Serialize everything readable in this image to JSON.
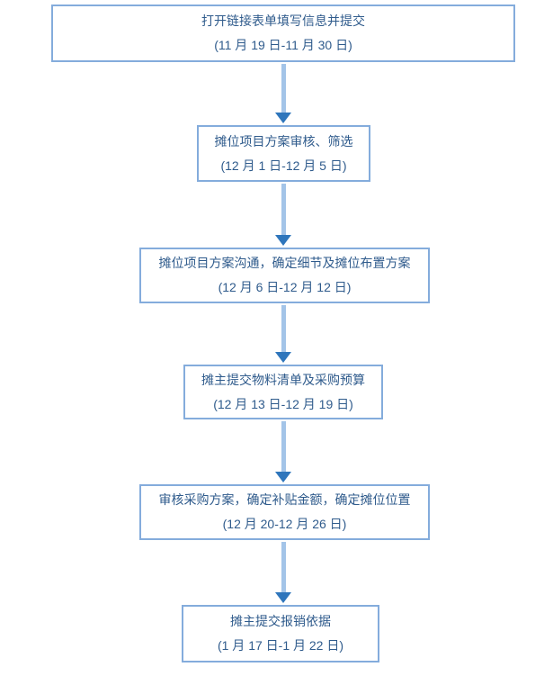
{
  "colors": {
    "box_border": "#84ACDC",
    "box_fill": "#FFFFFF",
    "text": "#2F5B8C",
    "arrow_shaft": "#A3C4E8",
    "arrow_head": "#2F76BC",
    "background": "#FFFFFF"
  },
  "flowchart": {
    "direction": "top-to-bottom",
    "steps": [
      {
        "title": "打开链接表单填写信息并提交",
        "dates": "(11 月 19 日-11 月 30 日)"
      },
      {
        "title": "摊位项目方案审核、筛选",
        "dates": "(12 月 1 日-12 月 5 日)"
      },
      {
        "title": "摊位项目方案沟通，确定细节及摊位布置方案",
        "dates": "(12 月 6 日-12 月 12 日)"
      },
      {
        "title": "摊主提交物料清单及采购预算",
        "dates": "(12 月 13 日-12 月 19 日)"
      },
      {
        "title": "审核采购方案，确定补贴金额，确定摊位位置",
        "dates": "(12 月 20-12 月 26 日)"
      },
      {
        "title": "摊主提交报销依据",
        "dates": "(1 月 17 日-1 月 22 日)"
      }
    ]
  }
}
